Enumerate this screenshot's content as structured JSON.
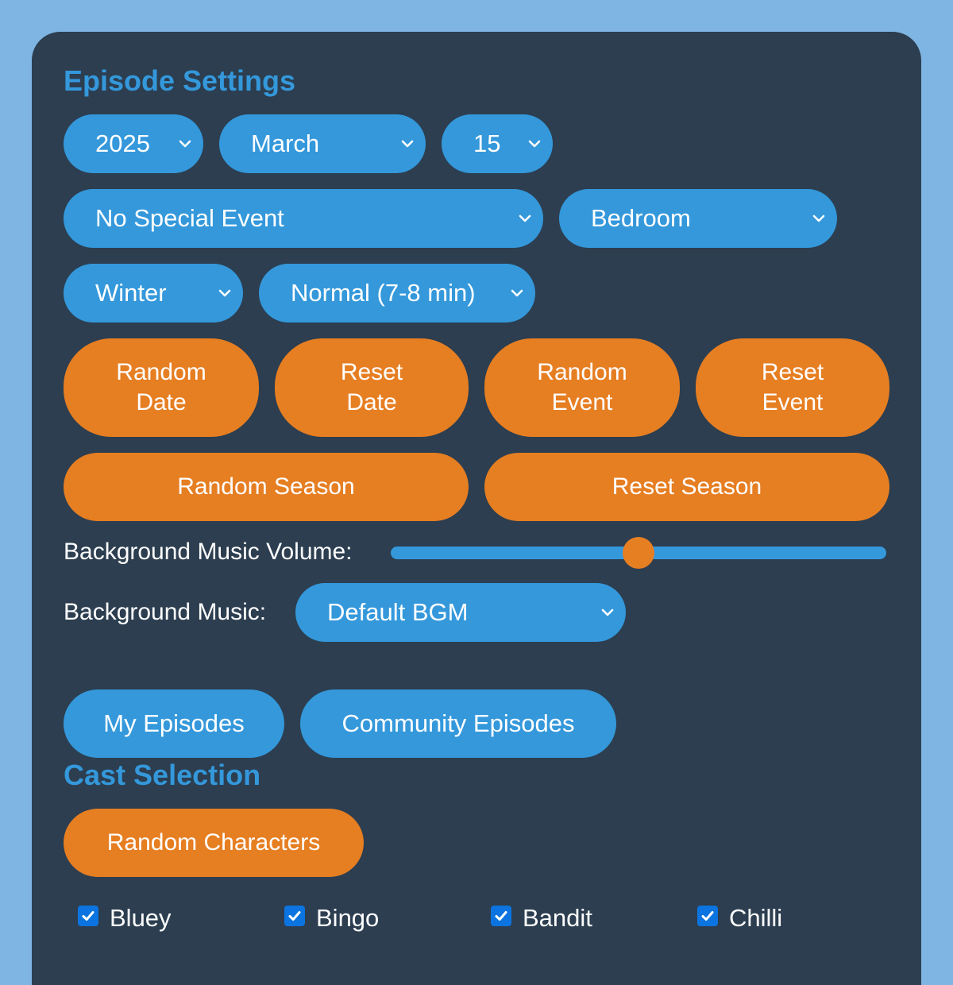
{
  "episode_settings": {
    "heading": "Episode Settings",
    "year": "2025",
    "month": "March",
    "day": "15",
    "event": "No Special Event",
    "location": "Bedroom",
    "season": "Winter",
    "length": "Normal (7-8 min)",
    "buttons": {
      "random_date": "Random\nDate",
      "reset_date": "Reset\nDate",
      "random_event": "Random\nEvent",
      "reset_event": "Reset\nEvent",
      "random_season": "Random Season",
      "reset_season": "Reset Season"
    },
    "volume_label": "Background Music Volume:",
    "volume_value": 0.5,
    "music_label": "Background Music:",
    "music": "Default BGM",
    "my_episodes": "My Episodes",
    "community_episodes": "Community Episodes"
  },
  "cast_selection": {
    "heading": "Cast Selection",
    "random_characters": "Random Characters",
    "characters": [
      {
        "name": "Bluey",
        "checked": true
      },
      {
        "name": "Bingo",
        "checked": true
      },
      {
        "name": "Bandit",
        "checked": true
      },
      {
        "name": "Chilli",
        "checked": true
      }
    ]
  },
  "colors": {
    "background": "#7fb5e3",
    "panel": "#2c3e50",
    "accent_blue": "#3498db",
    "accent_orange": "#e67e22"
  },
  "icons": {
    "dropdown": "chevron-down-icon",
    "checkbox": "checkmark-icon"
  }
}
